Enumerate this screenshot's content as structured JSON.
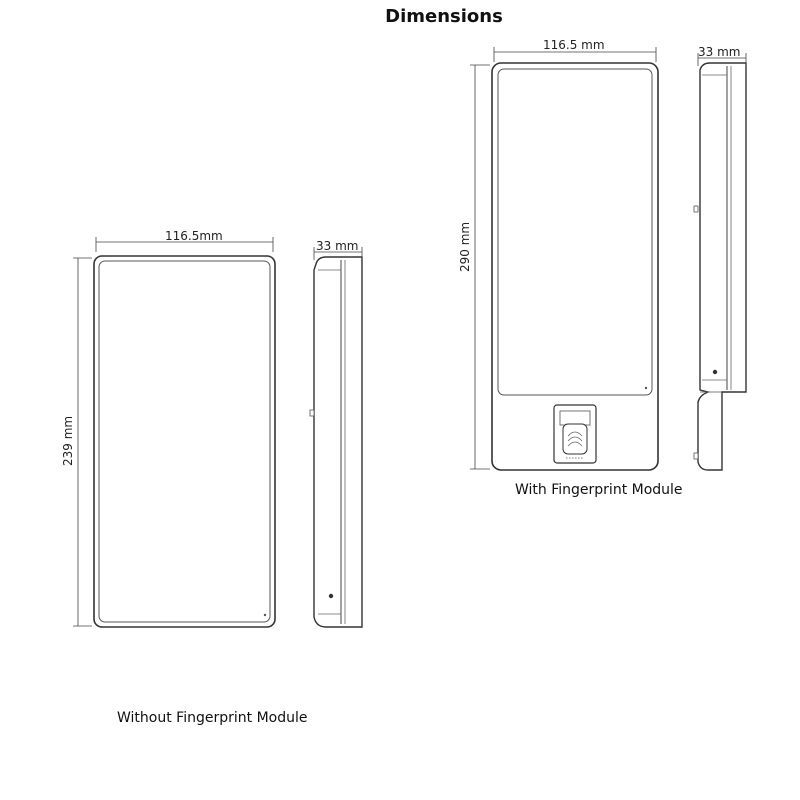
{
  "title": "Dimensions",
  "left": {
    "width_label": "116.5mm",
    "height_label": "239 mm",
    "depth_label": "33 mm",
    "caption": "Without Fingerprint Module"
  },
  "right": {
    "width_label": "116.5 mm",
    "height_label": "290 mm",
    "depth_label": "33 mm",
    "caption": "With Fingerprint Module"
  }
}
